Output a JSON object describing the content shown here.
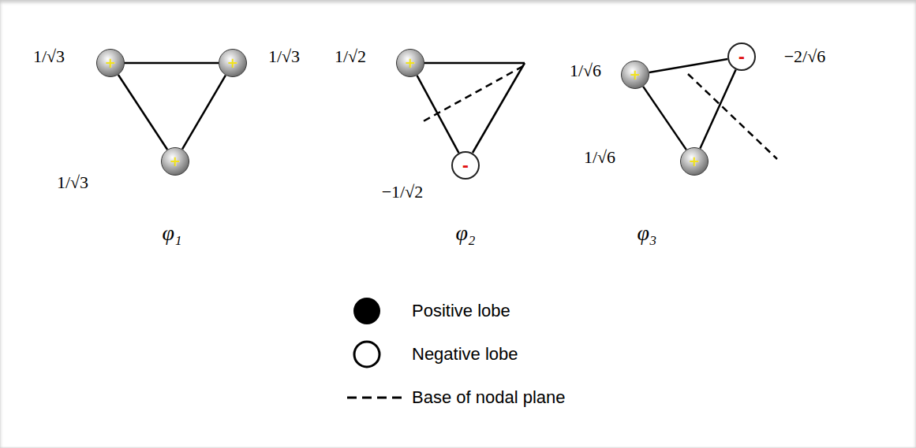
{
  "diagram": {
    "nodes": [
      {
        "text": [
          "+"
        ]
      },
      {
        "text": [
          "+"
        ]
      },
      {
        "text": [
          "+"
        ]
      },
      {
        "text": [
          "+"
        ]
      },
      {
        "text": [
          "-"
        ]
      },
      {
        "text": [
          "+"
        ]
      },
      {
        "text": [
          "-"
        ]
      },
      {
        "text": [
          "+"
        ]
      }
    ],
    "edges": [
      {
        "from": 0,
        "to": 1,
        "arrow": "none"
      },
      {
        "from": 1,
        "to": 2,
        "arrow": "none"
      },
      {
        "from": 2,
        "to": 0,
        "arrow": "none"
      },
      {
        "from": 3,
        "to": 4,
        "arrow": "none"
      },
      {
        "from": 5,
        "to": 6,
        "arrow": "none"
      },
      {
        "from": 6,
        "to": 7,
        "arrow": "none"
      },
      {
        "from": 7,
        "to": 5,
        "arrow": "none"
      }
    ],
    "labels": [
      "1/√3",
      "1/√3",
      "1/√3",
      "φ₁",
      "1/√2",
      "−1/√2",
      "φ₂",
      "1/√6",
      "−2/√6",
      "1/√6",
      "φ₃"
    ],
    "legend": [
      {
        "text": "Positive lobe"
      },
      {
        "text": "Negative lobe"
      },
      {
        "text": "Base of nodal plane"
      }
    ]
  }
}
